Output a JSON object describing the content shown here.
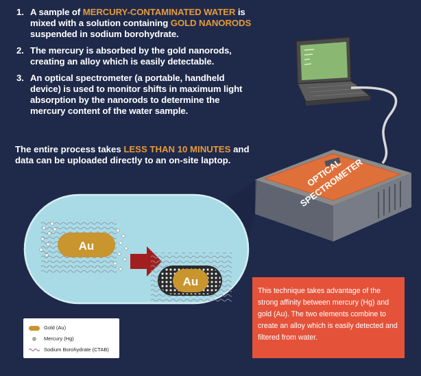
{
  "steps": [
    {
      "num": "1.",
      "t1": "A sample of ",
      "h1": "MERCURY-CONTAMINATED WATER",
      "t2": " is mixed with a solution containing ",
      "h2": "GOLD NANORODS",
      "t3": " suspended in sodium borohydrate."
    },
    {
      "num": "2.",
      "t1": "The mercury is absorbed by the gold nanorods, creating an alloy which is easily detectable.",
      "h1": "",
      "t2": "",
      "h2": "",
      "t3": ""
    },
    {
      "num": "3.",
      "t1": "An optical spectrometer (a portable, handheld device) is used to monitor shifts in maximum light absorption by the nanorods to determine the mercury content of the water sample.",
      "h1": "",
      "t2": "",
      "h2": "",
      "t3": ""
    }
  ],
  "summary": {
    "t1": "The entire process takes ",
    "h1": "LESS THAN 10 MINUTES",
    "t2": " and data can be uploaded directly to an on-site laptop."
  },
  "device": {
    "line1": "OPTICAL",
    "line2": "SPECTROMETER"
  },
  "rods": {
    "before": "Au",
    "after": "Au"
  },
  "note": "This technique takes advantage of the strong affinity between mercury (Hg) and gold (Au).  The two elements combine to create an alloy which is easily detected and filtered from water.",
  "legend": {
    "gold": "Gold (Au)",
    "mercury": "Mercury (Hg)",
    "ctab": "Sodium Borohydrate (CTAB)"
  },
  "colors": {
    "background": "#1f2a4a",
    "highlight": "#e79a3a",
    "gold": "#c8952e",
    "note_box": "#e5523a",
    "device_top": "#e0703a",
    "capsule": "#a9dbe6",
    "arrow": "#a11f1f"
  },
  "icons": [
    "laptop-icon",
    "spectrometer-device-icon",
    "gold-nanorod-icon",
    "arrow-right-icon"
  ]
}
